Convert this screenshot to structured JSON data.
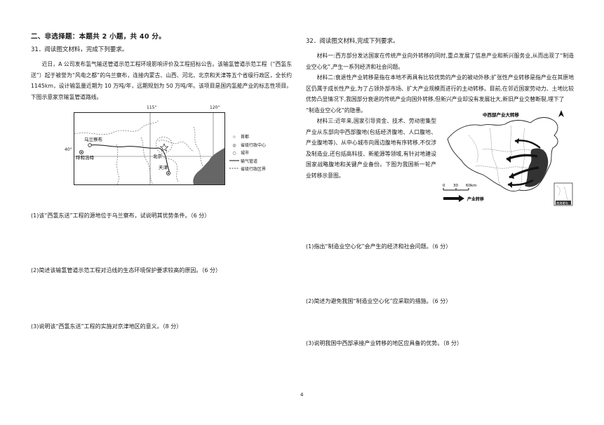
{
  "section": {
    "title": "二、非选择题：本题共 2 小题，共 40 分。"
  },
  "q31": {
    "title": "31．阅读图文材料，完成下列要求。",
    "material": "近日，A 公司发布氢气输送管道示范工程环境影响评价及工程招标公告。该输氢管道示范工程（“西氢东送”）起于被誉为“风电之都”的乌兰察布，连接内蒙古、山西、河北、北京和天津等五个省级行政区，全长约 1145km，设计输氢量近期为 10 万吨/年，远期规划为 50 万吨/年。该项目是国内氢能产业的标志性项目。下图示意家京输氢管道路线。",
    "map": {
      "lon_115": "115°",
      "lon_120": "120°",
      "lat_40": "40°",
      "labels": {
        "ulanqab": "乌兰察布",
        "hohhot": "呼和浩特",
        "beijing": "北京",
        "tianjin": "天津"
      },
      "legend": [
        {
          "icon": "star-icon",
          "symbol": "☆",
          "label": "首都"
        },
        {
          "icon": "double-circle-icon",
          "symbol": "◎",
          "label": "省级行政中心"
        },
        {
          "icon": "circle-icon",
          "symbol": "○",
          "label": "城市"
        },
        {
          "icon": "pipeline-line-icon",
          "symbol": "",
          "label": "输气管道"
        },
        {
          "icon": "dashed-border-icon",
          "symbol": "",
          "label": "省级行政区界"
        }
      ]
    },
    "q1": "(1)该“西氢东送”工程的源地位于乌兰察布，试说明其优势条件。（6 分）",
    "q2": "(2)简述该输氢管道示范工程对沿线的生态环境保护要求较高的原因。（6 分）",
    "q3": "(3)说明该“西氢东送”工程的实施对京津地区的意义。（8 分）"
  },
  "q32": {
    "title": "32．阅读图文材料,完成下列要求。",
    "material1": "材料一:西方部分发达国家在传统产业向外转移的同时,重点发展了信息产业和新兴服务业,从而出现了“制造业空心化”,产生一系列经济和社会问题。",
    "material2": "材料二:衰退性产业转移是指在本地不再具有比较优势的产业的被动外移;扩张性产业转移是指产业在其原地区仍属于成长性产业,为了占领外部市场、扩大产业规模而进行的主动转移。目前,在邻近国家劳动力、土地比较优势凸显情况下,我国部分衰退的传统产业向国外转移,但新兴产业却没有发展壮大,新旧产业交替断裂,埋下了",
    "material2_end": "“制造业空心化”的隐患。",
    "material3": "材料三:近年来,国家引导资金、技术、劳动密集型产业从东部向中西部腹地(包括经济腹地、人口腹地、产业腹地等)、从中心城市向周边腹地有序转移,不仅涉及制造业,还包括高科技、新能源等领域,有针对地建设国家战略腹地和关键产业备份。下图为我国新一轮产业转移示意图。",
    "map": {
      "title": "中西部产业大转移",
      "scale_0": "0",
      "scale_30": "30",
      "scale_60": "60km",
      "arrow_label": "产业转移",
      "inset_label": "南海诸岛"
    },
    "q1": "(1)指出“制造业空心化”会产生的经济和社会问题。（6 分）",
    "q2": "(2)简述为避免我国“制造业空心化”应采取的措施。（6 分）",
    "q3": "(3)说明我国中西部承接产业转移的地区应具备的优势。（8 分）"
  },
  "page_number": "4"
}
